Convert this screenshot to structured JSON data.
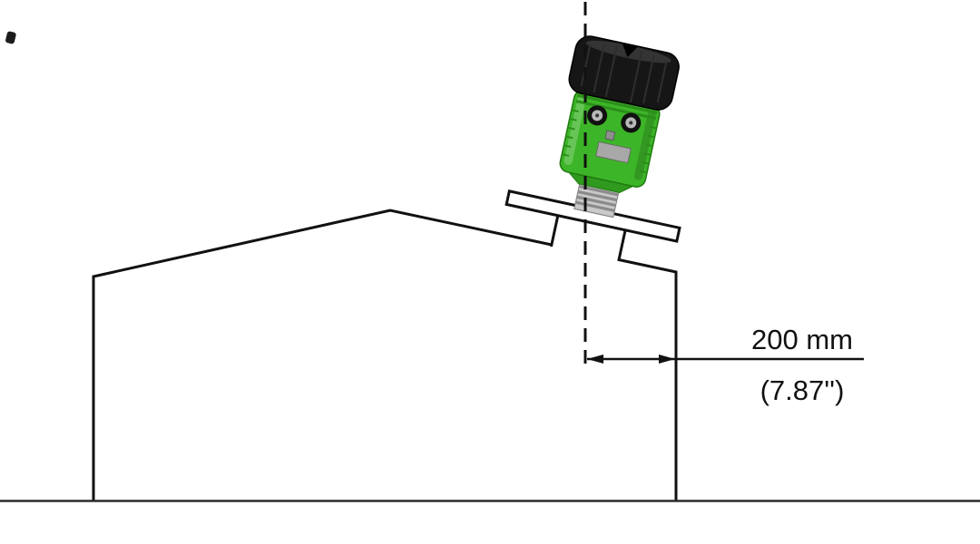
{
  "dimension": {
    "primary": "200 mm",
    "secondary": "(7.87'')"
  },
  "colors": {
    "background": "#ffffff",
    "outline": "#111111",
    "sensor_body_green": "#3db528",
    "sensor_rib_green": "#2b8f1a",
    "sensor_cap_black": "#161616",
    "neck_silver": "#c9c9c9",
    "neck_groove": "#8b8b8b",
    "flange_fill": "#ffffff"
  },
  "parts": {
    "sensor": "radar-level-sensor",
    "axis": "sensor-center-axis",
    "flange": "mounting-flange",
    "nozzle": "roof-nozzle",
    "vessel": "tank-outline",
    "ground": "ground-line",
    "arrow": "offset-dimension-arrow"
  }
}
